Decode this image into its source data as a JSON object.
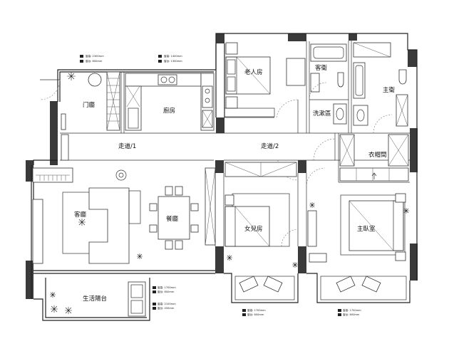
{
  "rooms": {
    "entry": "门廳",
    "kitchen": "廚房",
    "elder_room": "老人房",
    "guest_bath": "客衛",
    "master_bath": "主衛",
    "laundry": "洗漱區",
    "corridor1": "走道/1",
    "corridor2": "走道/2",
    "closet": "衣帽間",
    "living": "客廳",
    "dining": "餐廳",
    "daughter_room": "女兒房",
    "master_bedroom": "主臥室",
    "balcony": "生活陽台"
  },
  "window_notes": {
    "top_left": [
      "窗高: 2300mm",
      "窗台: 600mm"
    ],
    "top_mid": [
      "窗高: 1400mm",
      "窗台: 1300mm"
    ],
    "balcony_right": [
      "窗高: 1700mm",
      "窗台: 600mm"
    ],
    "balcony_side": [
      "窗高: 2100mm",
      "窗台: 450mm"
    ],
    "daughter_bay": [
      "窗高: 1700mm",
      "窗台: 600mm"
    ],
    "master_bay": [
      "窗高: 1700mm",
      "窗台: 600mm"
    ]
  }
}
